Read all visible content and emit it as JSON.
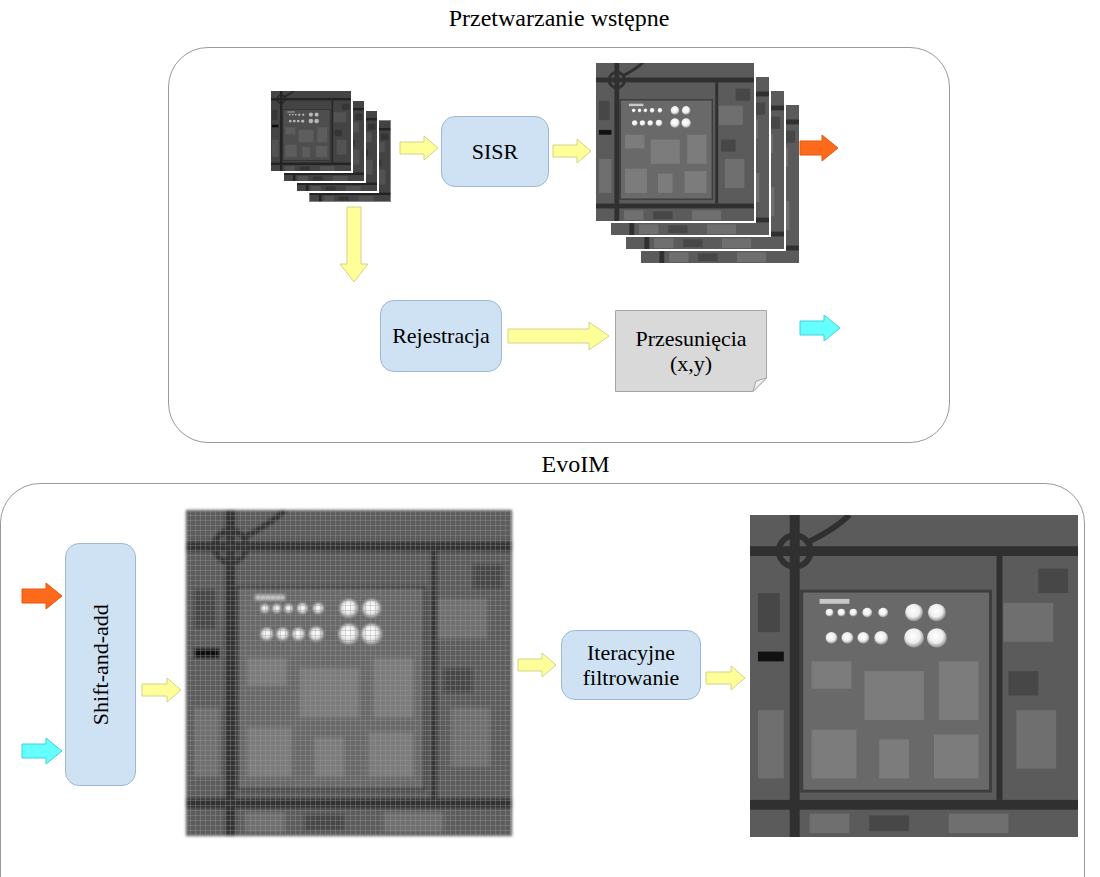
{
  "diagram": {
    "nodes": [
      {
        "text": [
          "Przetwarzanie wstępne"
        ]
      },
      {
        "text": [
          "SISR"
        ],
        "in": 0
      },
      {
        "text": [
          "Rejestracja"
        ],
        "in": 0
      },
      {
        "text": [
          "Przesunięcia (x,y)"
        ],
        "in": 0
      },
      {
        "text": [
          "EvoIM"
        ]
      },
      {
        "text": [
          "Shift-and-add"
        ],
        "in": 4
      },
      {
        "text": [
          "Iteracyjne filtrowanie"
        ],
        "in": 4
      }
    ],
    "edges": [
      {
        "from": 2,
        "to": 3,
        "arrow": "to"
      }
    ]
  }
}
